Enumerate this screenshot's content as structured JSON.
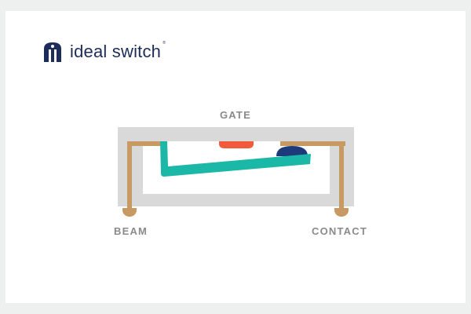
{
  "brand": {
    "name": "ideal switch",
    "trademark": "®",
    "color": "#1d2d5a"
  },
  "diagram": {
    "labels": {
      "gate": "GATE",
      "beam": "BEAM",
      "contact": "CONTACT"
    },
    "colors": {
      "housing": "#d9d9d9",
      "frame": "#c89a63",
      "beam": "#1bb8a8",
      "gate_electrode": "#f15a3a",
      "contact_pad": "#1d3a7a",
      "label": "#8a8a8a"
    }
  }
}
